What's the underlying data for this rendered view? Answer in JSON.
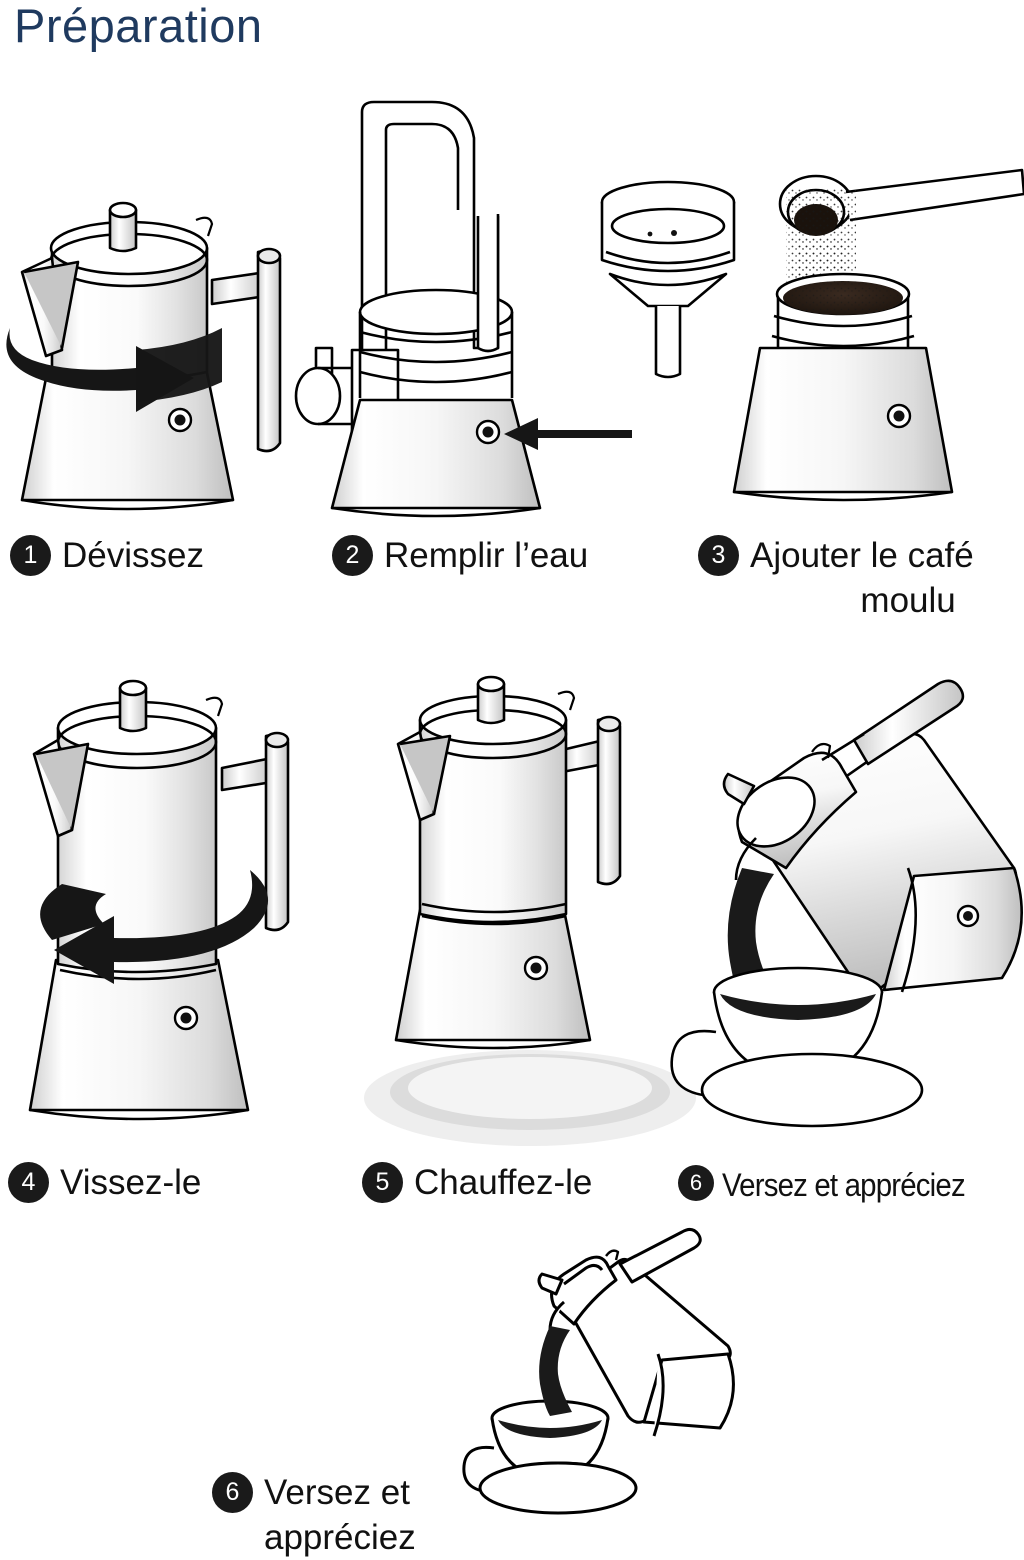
{
  "title": "Préparation",
  "colors": {
    "title": "#1f3a5f",
    "badge_bg": "#1a1a1a",
    "badge_text": "#ffffff",
    "caption_text": "#111111",
    "outline": "#000000",
    "metal_light": "#ffffff",
    "metal_shade": "#d9d9d9",
    "coffee": "#231a14",
    "stove_ring": "#e9e9e9",
    "page_bg": "#ffffff"
  },
  "steps": [
    {
      "number": "1",
      "label": "Dévissez",
      "label_line2": "",
      "illustration": "moka-pot-unscrew-clockwise-arrow"
    },
    {
      "number": "2",
      "label": "Remplir l’eau",
      "label_line2": "",
      "illustration": "faucet-filling-base-with-funnel-and-valve-arrow"
    },
    {
      "number": "3",
      "label": "Ajouter le café",
      "label_line2": "moulu",
      "illustration": "spoon-pouring-ground-coffee-into-basket"
    },
    {
      "number": "4",
      "label": "Vissez-le",
      "label_line2": "",
      "illustration": "moka-pot-screw-counterclockwise-arrow"
    },
    {
      "number": "5",
      "label": "Chauffez-le",
      "label_line2": "",
      "illustration": "assembled-moka-pot-on-stove-ring"
    },
    {
      "number": "6",
      "label": "Versez et appréciez",
      "label_line2": "",
      "illustration": "moka-pot-pouring-coffee-into-cup"
    },
    {
      "number": "6",
      "label": "Versez et",
      "label_line2": "appréciez",
      "illustration": "moka-pot-pouring-coffee-into-cup-outline"
    }
  ]
}
